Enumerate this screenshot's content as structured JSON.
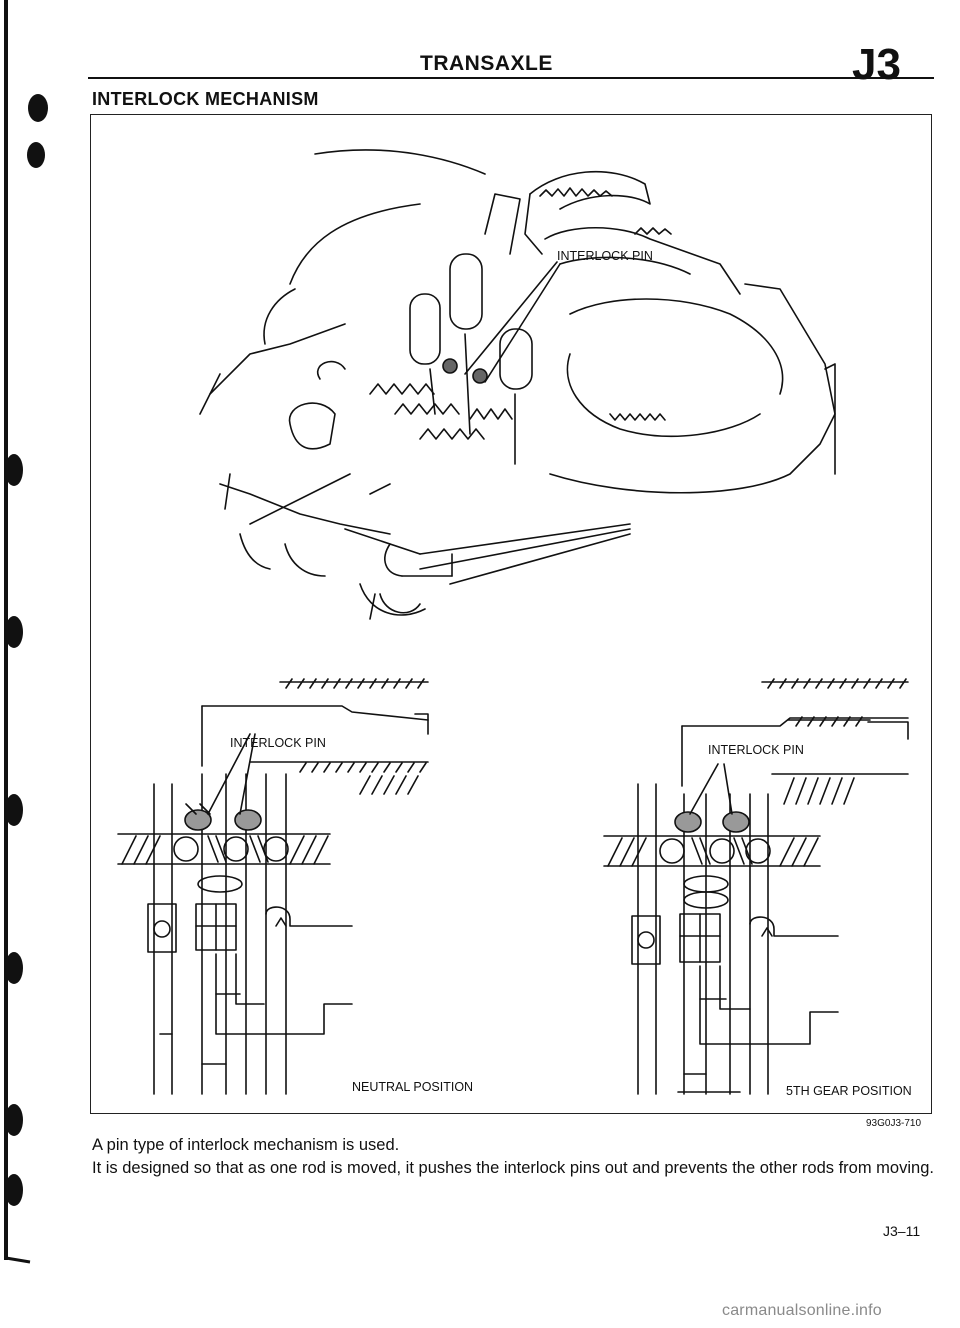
{
  "header": {
    "title": "TRANSAXLE",
    "code": "J3"
  },
  "section": {
    "title": "INTERLOCK MECHANISM"
  },
  "figure": {
    "labels": {
      "top_interlock_pin": "INTERLOCK PIN",
      "left_interlock_pin": "INTERLOCK PIN",
      "right_interlock_pin": "INTERLOCK PIN",
      "neutral_position": "NEUTRAL POSITION",
      "fifth_gear_position": "5TH GEAR POSITION"
    },
    "code": "93G0J3-710"
  },
  "body": {
    "line1": "A pin type of interlock mechanism is used.",
    "line2": "It is designed so that as one rod is moved, it pushes the interlock pins out and prevents the other rods from moving."
  },
  "footer": {
    "page_number": "J3–11"
  },
  "watermark": "carmanualsonline.info"
}
